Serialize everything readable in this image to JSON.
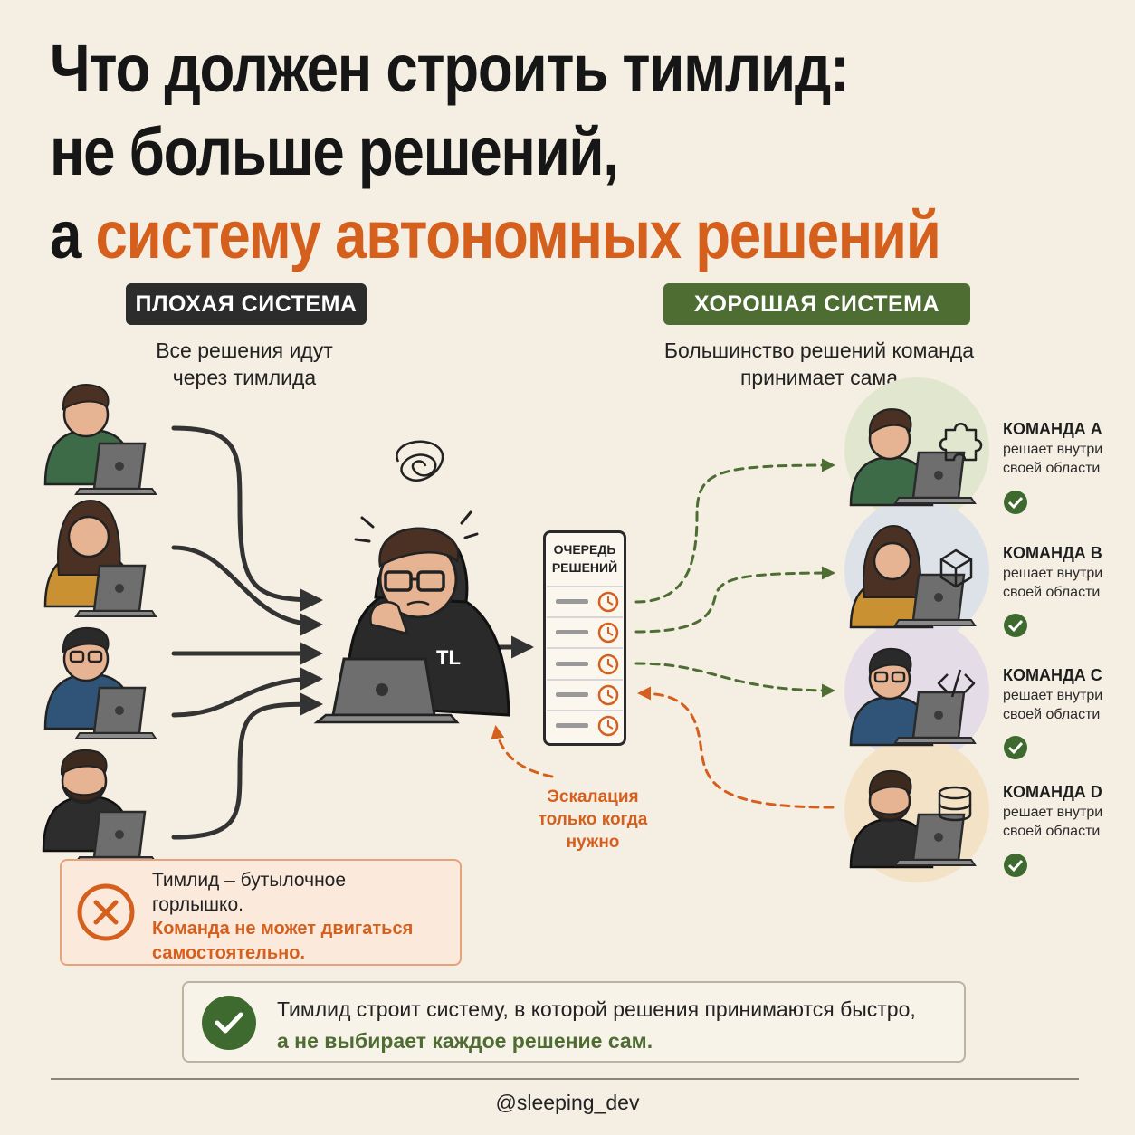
{
  "title": {
    "line1": "Что должен строить тимлид:",
    "line2": "не больше решений,",
    "line3_prefix": "а",
    "line3_accent": "систему автономных решений"
  },
  "bad_system": {
    "label": "ПЛОХАЯ СИСТЕМА",
    "caption_line1": "Все решения идут",
    "caption_line2": "через тимлида",
    "callout_line1": "Тимлид – бутылочное",
    "callout_line2": "горлышко.",
    "callout_accent_line1": "Команда не может двигаться",
    "callout_accent_line2": "самостоятельно."
  },
  "good_system": {
    "label": "ХОРОШАЯ СИСТЕМА",
    "caption_line1": "Большинство решений команда",
    "caption_line2": "принимает сама"
  },
  "teamlead": {
    "badge": "TL"
  },
  "queue": {
    "title_line1": "ОЧЕРЕДЬ",
    "title_line2": "РЕШЕНИЙ",
    "items": 5
  },
  "teams": [
    {
      "name": "КОМАНДА A",
      "desc_line1": "решает внутри",
      "desc_line2": "своей области",
      "icon": "puzzle-icon"
    },
    {
      "name": "КОМАНДА B",
      "desc_line1": "решает внутри",
      "desc_line2": "своей области",
      "icon": "box-icon"
    },
    {
      "name": "КОМАНДА C",
      "desc_line1": "решает внутри",
      "desc_line2": "своей области",
      "icon": "code-icon"
    },
    {
      "name": "КОМАНДА D",
      "desc_line1": "решает внутри",
      "desc_line2": "своей области",
      "icon": "database-icon"
    }
  ],
  "escalation": {
    "line1": "Эскалация",
    "line2": "только когда",
    "line3": "нужно"
  },
  "conclusion": {
    "line1": "Тимлид строит систему, в которой решения принимаются быстро,",
    "line2": "а не выбирает каждое решение сам."
  },
  "footer": "@sleeping_dev",
  "colors": {
    "background": "#f5efe3",
    "accent_orange": "#d5601d",
    "accent_green": "#4e6d33",
    "dark": "#2c2c2c"
  }
}
